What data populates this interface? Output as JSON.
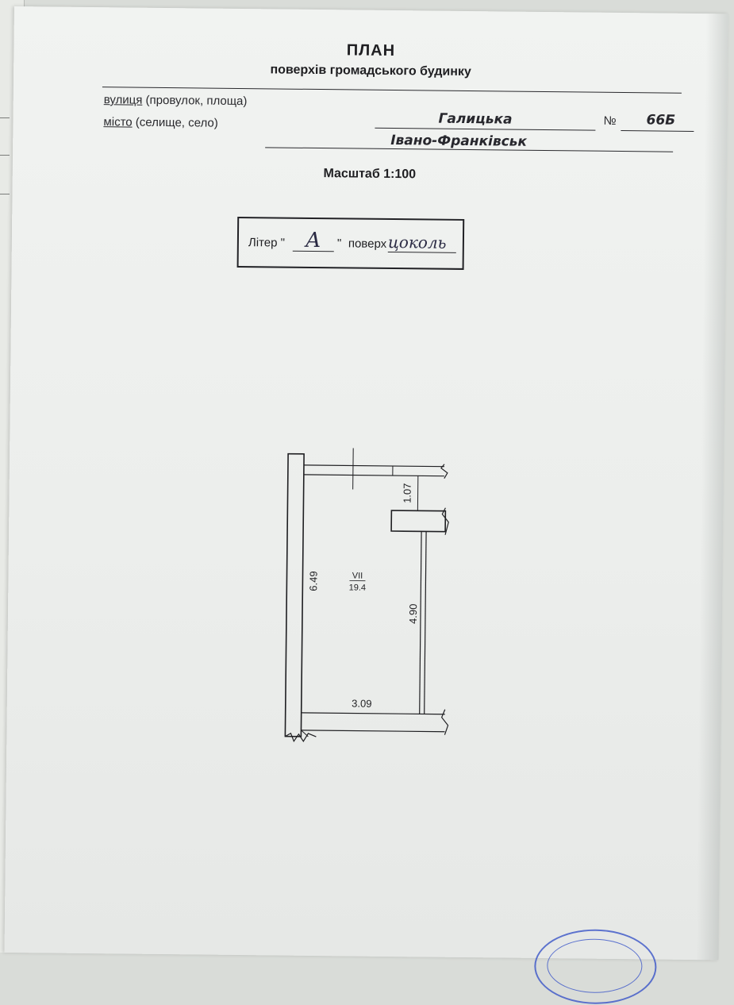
{
  "document": {
    "title": "ПЛАН",
    "subtitle": "поверхів громадського будинку",
    "street_label_main": "вулиця",
    "street_label_rest": " (провулок, площа)",
    "city_label_main": "місто",
    "city_label_rest": " (селище, село)",
    "street_value": "Галицька",
    "number_label": "№",
    "number_value": "66Б",
    "city_value": "Івано-Франківськ",
    "scale_label": "Масштаб 1:100",
    "liter_label": "Літер \"",
    "liter_value": "А",
    "liter_close": "\"",
    "floor_label": "поверх",
    "floor_value": "цоколь"
  },
  "plan": {
    "room_number": "VII",
    "room_area": "19.4",
    "dim_top": "1.07",
    "dim_left": "6.49",
    "dim_right": "4.90",
    "dim_bottom": "3.09"
  },
  "colors": {
    "ink": "#1f1f22",
    "stamp": "#3a55c8"
  }
}
